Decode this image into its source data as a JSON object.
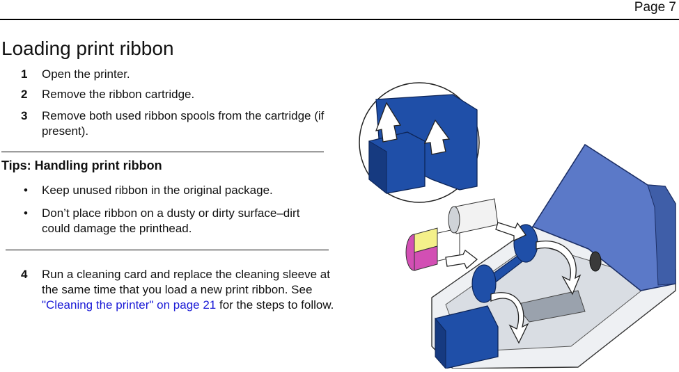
{
  "header": {
    "page": "Page 7"
  },
  "title": "Loading print ribbon",
  "steps_a": [
    {
      "num": "1",
      "text": "Open the printer."
    },
    {
      "num": "2",
      "text": "Remove the ribbon cartridge."
    },
    {
      "num": "3",
      "text": "Remove both used ribbon spools from the cartridge (if present)."
    }
  ],
  "tips": {
    "title": "Tips: Handling print ribbon",
    "bullet_glyph": "•",
    "items": [
      "Keep unused ribbon in the original package.",
      "Don’t place ribbon on a dusty or dirty surface–dirt could damage the printhead."
    ]
  },
  "step4": {
    "num": "4",
    "before": "Run a cleaning card and replace the cleaning sleeve at the same time that you load a new print ribbon. See ",
    "link": "\"Cleaning the printer\" on page 21",
    "after": " for the steps to follow."
  },
  "colors": {
    "printer_blue": "#1f4fa8",
    "lid_blue": "#5b79c8",
    "ribbon_yellow": "#f4f08a",
    "ribbon_magenta": "#d24fb4"
  },
  "figure": {
    "description_icon": "printer-ribbon-illustration"
  }
}
